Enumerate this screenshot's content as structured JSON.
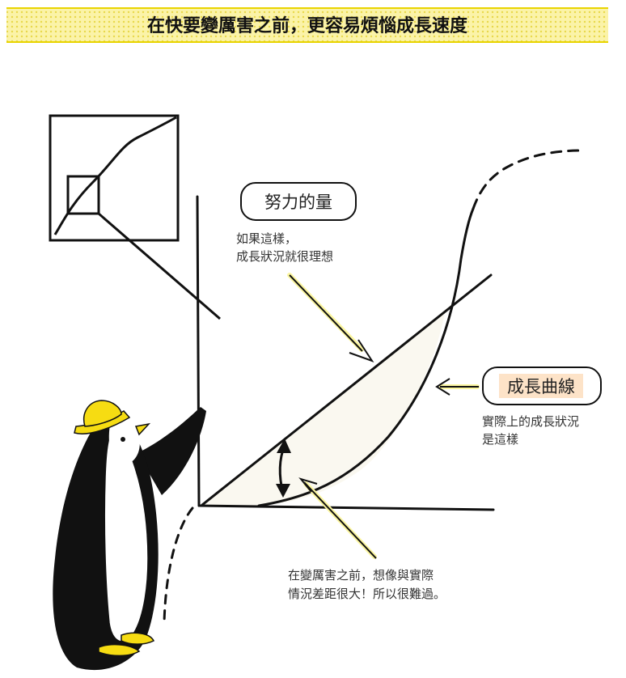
{
  "banner": {
    "title": "在快要變厲害之前，更容易煩惱成長速度",
    "bg_color": "#fbf3a8",
    "dot_color": "#e8d84a",
    "rule_color": "#e9d400"
  },
  "labels": {
    "effort": {
      "title": "努力的量",
      "note_line1": "如果這樣，",
      "note_line2": "成長狀況就很理想"
    },
    "growth": {
      "title": "成長曲線",
      "highlight_color": "#fde3c8",
      "note_line1": "實際上的成長狀況",
      "note_line2": "是這樣"
    },
    "gap": {
      "note_line1": "在變厲害之前，想像與實際",
      "note_line2": "情況差距很大！所以很難過。"
    }
  },
  "colors": {
    "ink": "#111111",
    "arrow_fill": "#fbf6a0",
    "region_fill": "#faf8f0",
    "penguin_black": "#111111",
    "penguin_white": "#ffffff",
    "beak_yellow": "#f6dc12",
    "hat_yellow": "#f6dc12"
  },
  "icons": {
    "penguin": "penguin-icon",
    "hat": "hat-icon"
  }
}
